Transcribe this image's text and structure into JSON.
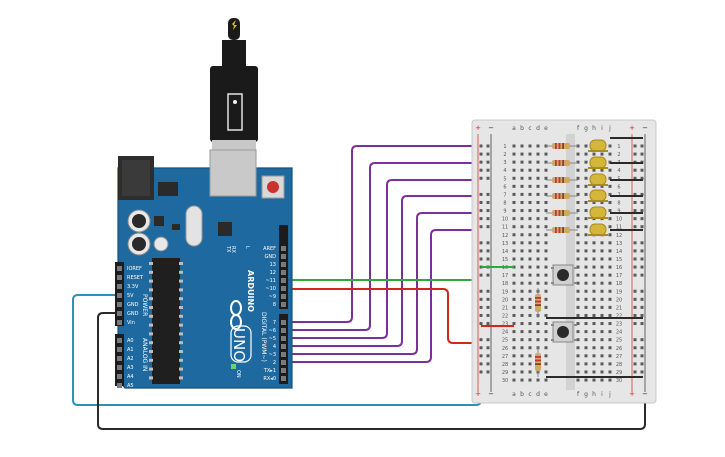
{
  "arduino": {
    "power_header": [
      "IOREF",
      "RESET",
      "3.3V",
      "5V",
      "GND",
      "GND",
      "Vin"
    ],
    "power_label": "POWER",
    "analog_header": [
      "A0",
      "A1",
      "A2",
      "A3",
      "A4",
      "A5"
    ],
    "analog_label": "ANALOG IN",
    "digital_top": [
      "AREF",
      "GND",
      "13",
      "12",
      "~11",
      "~10",
      "~9",
      "8"
    ],
    "digital_bottom": [
      "7",
      "~6",
      "~5",
      "4",
      "~3",
      "2",
      "TX▸1",
      "RX◂0"
    ],
    "digital_label": "DIGITAL (PWM~)",
    "brand": "ARDUINO",
    "model": "UNO",
    "led_l": "L",
    "led_tx": "TX",
    "led_rx": "RX",
    "on_label": "ON"
  },
  "breadboard": {
    "columns_left": [
      "a",
      "b",
      "c",
      "d",
      "e"
    ],
    "columns_right": [
      "f",
      "g",
      "h",
      "i",
      "j"
    ],
    "rail_plus": "+",
    "rail_minus": "−",
    "rows": [
      "1",
      "2",
      "3",
      "4",
      "5",
      "6",
      "7",
      "8",
      "9",
      "10",
      "11",
      "12",
      "13",
      "14",
      "15",
      "16",
      "17",
      "18",
      "19",
      "20",
      "21",
      "22",
      "23",
      "24",
      "25",
      "26",
      "27",
      "28",
      "29",
      "30"
    ]
  },
  "colors": {
    "board_blue": "#1e6aa0",
    "wire_purple": "#7b2f9b",
    "wire_green": "#2fa83c",
    "wire_red": "#d0261c",
    "wire_teal": "#2a92b8",
    "wire_black": "#2a2a2a",
    "led_yellow": "#d4b63a"
  }
}
